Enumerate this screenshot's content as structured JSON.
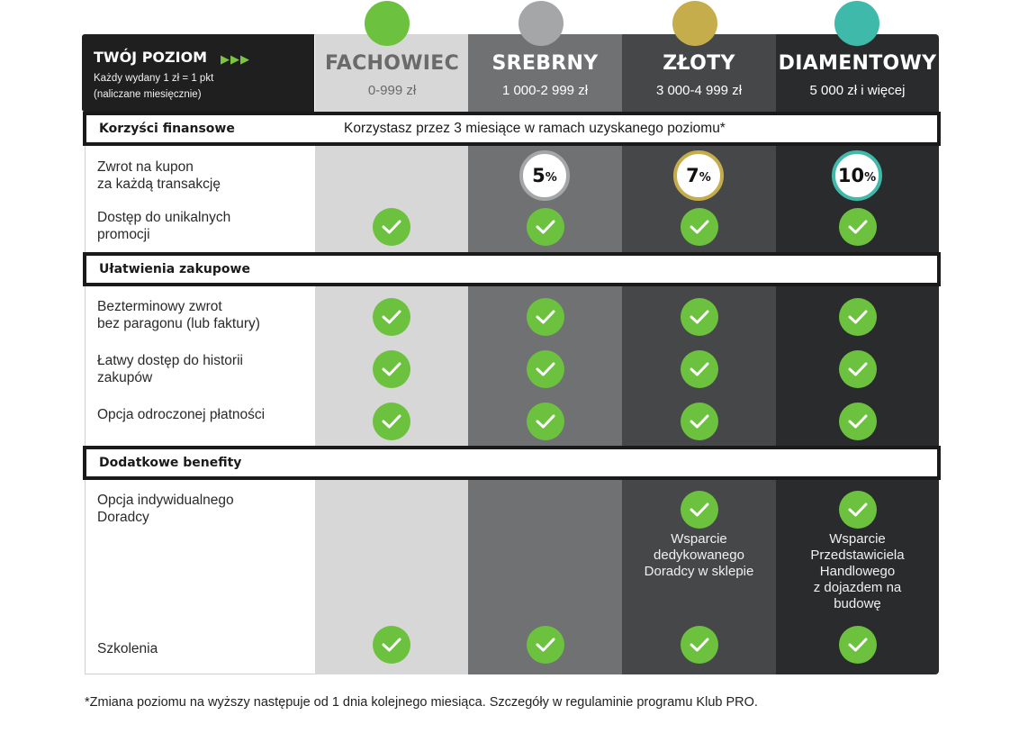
{
  "header": {
    "level_title": "TWÓJ POZIOM",
    "level_arrows": "▶▶▶",
    "level_sub_1": "Każdy wydany 1 zł = 1 pkt",
    "level_sub_2": "(naliczane miesięcznie)"
  },
  "tiers": [
    {
      "name": "FACHOWIEC",
      "range": "0-999 zł",
      "dot_color": "#6cc23e",
      "bg": "#d7d7d7",
      "text_color": "#6a6a6a"
    },
    {
      "name": "SREBRNY",
      "range": "1 000-2 999 zł",
      "dot_color": "#a4a6a8",
      "bg": "#6f7173",
      "text_color": "#ffffff"
    },
    {
      "name": "ZŁOTY",
      "range": "3 000-4 999 zł",
      "dot_color": "#c6ad4b",
      "bg": "#454749",
      "text_color": "#ffffff"
    },
    {
      "name": "DIAMENTOWY",
      "range": "5 000 zł i więcej",
      "dot_color": "#3fb9a9",
      "bg": "#2a2b2d",
      "text_color": "#ffffff"
    }
  ],
  "sections": {
    "financial": {
      "label": "Korzyści finansowe",
      "note": "Korzystasz przez 3 miesiące w ramach uzyskanego poziomu*",
      "rows": {
        "coupon": {
          "label_1": "Zwrot na kupon",
          "label_2": "za każdą transakcję",
          "values": {
            "srebrny": "5",
            "zloty": "7",
            "diamentowy": "10"
          },
          "percent_symbol": "%",
          "ring_colors": {
            "srebrny": "#a4a6a8",
            "zloty": "#c6ad4b",
            "diamentowy": "#3fb9a9"
          }
        },
        "promos": {
          "label_1": "Dostęp do unikalnych",
          "label_2": "promocji"
        }
      }
    },
    "shopping": {
      "label": "Ułatwienia zakupowe",
      "rows": {
        "returns": {
          "label_1": "Bezterminowy zwrot",
          "label_2": "bez paragonu (lub faktury)"
        },
        "history": {
          "label_1": "Łatwy dostęp do historii",
          "label_2": "zakupów"
        },
        "deferred": {
          "label_1": "Opcja odroczonej płatności"
        }
      }
    },
    "extra": {
      "label": "Dodatkowe benefity",
      "rows": {
        "advisor": {
          "label_1": "Opcja indywidualnego",
          "label_2": "Doradcy",
          "zloty_text": [
            "Wsparcie",
            "dedykowanego",
            "Doradcy w sklepie"
          ],
          "diamentowy_text": [
            "Wsparcie",
            "Przedstawiciela",
            "Handlowego",
            "z dojazdem na",
            "budowę"
          ]
        },
        "training": {
          "label_1": "Szkolenia"
        }
      }
    }
  },
  "check_color": "#6cc23e",
  "footnote": "*Zmiana poziomu na wyższy następuje od 1 dnia kolejnego miesiąca. Szczegóły w regulaminie programu Klub PRO."
}
